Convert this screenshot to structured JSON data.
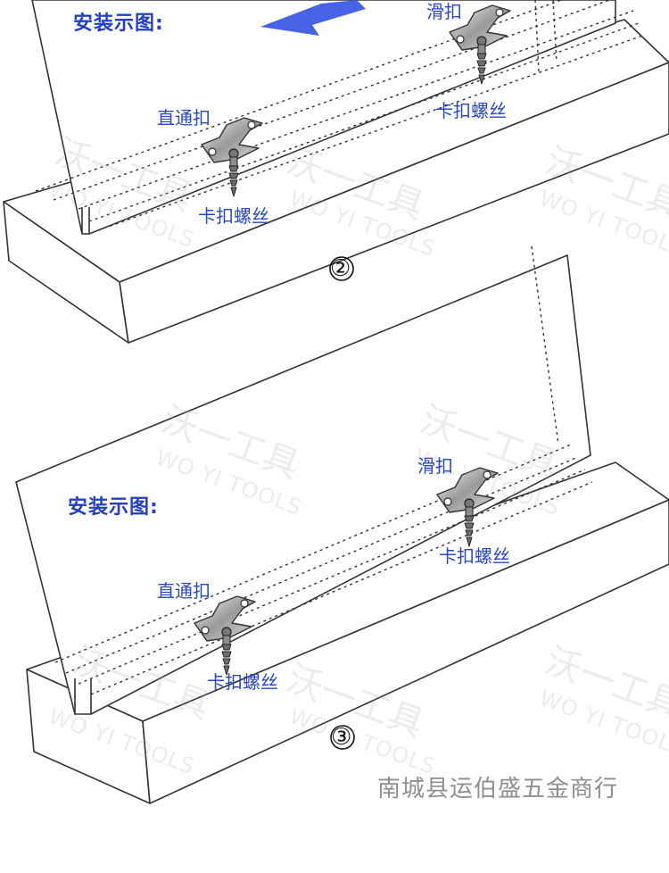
{
  "colors": {
    "label_blue": "#2a47c8",
    "arrow_blue": "#4863e6",
    "line": "#333333"
  },
  "diagram_top": {
    "title": "安装示图:",
    "labels": {
      "slide_clip": "滑扣",
      "straight_clip": "直通扣",
      "screw_right": "卡扣螺丝",
      "screw_left": "卡扣螺丝"
    }
  },
  "step_2": "②",
  "diagram_bottom": {
    "title": "安装示图:",
    "labels": {
      "slide_clip": "滑扣",
      "straight_clip": "直通扣",
      "screw_right": "卡扣螺丝",
      "screw_left": "卡扣螺丝"
    }
  },
  "step_3": "③",
  "watermark": {
    "cn": "沃一工具",
    "en": "WO YI TOOLS"
  },
  "shop_name": "南城县运伯盛五金商行"
}
